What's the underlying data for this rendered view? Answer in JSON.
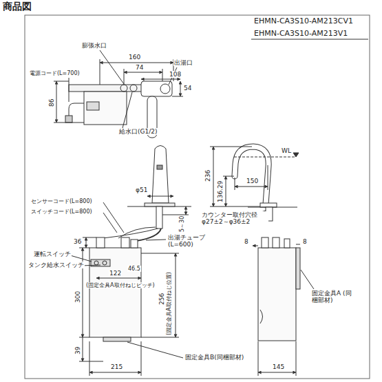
{
  "diagram": {
    "title": "商品図",
    "labels": [
      "EHMN-CA3S10-AM213CV1",
      "EHMN-CA3S10-AM213V1",
      "膨張水口",
      "160",
      "74",
      "出湯口",
      "108",
      "電源コード(L=700)",
      "86",
      "54",
      "給水口(G1/2)",
      "236",
      "WL",
      "136.29",
      "150",
      "カウンター取付穴径 φ27±2～φ36±2",
      "φ51",
      "センサーコード(L=800)",
      "スイッチコード(L=800)",
      "5～30",
      "出湯チューブ (L=600)",
      "36",
      "運転スイッチ",
      "タンク給水スイッチ",
      "122",
      "46.5",
      "300",
      "(固定金具A取付ねじピッチ)",
      "256",
      "(固定金具A取付ねじ位置)",
      "39",
      "215",
      "固定金具B(同梱部材)",
      "8",
      "8",
      "固定金具A (同梱部材)",
      "145"
    ]
  }
}
